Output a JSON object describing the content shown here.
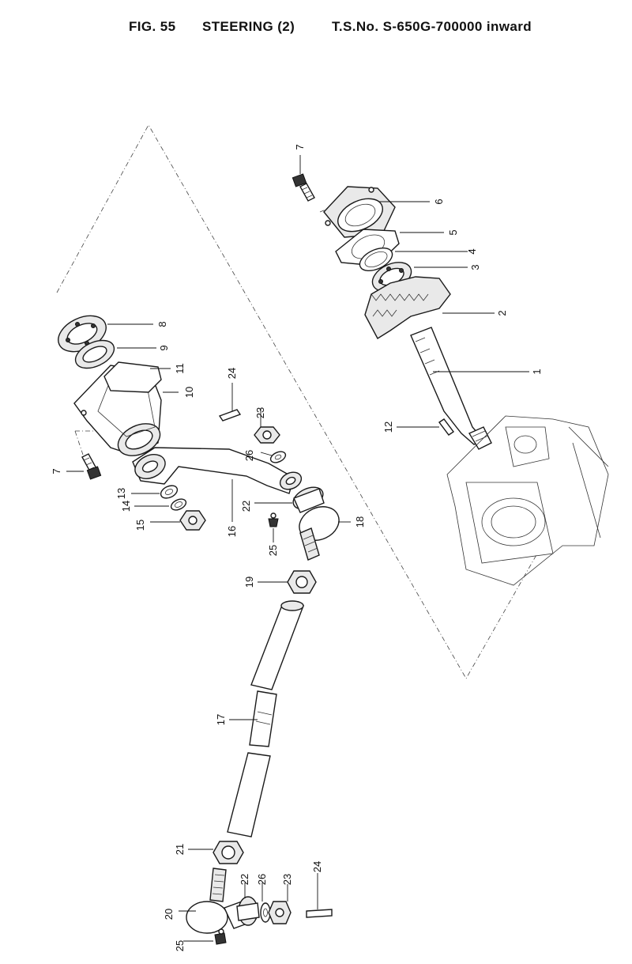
{
  "header": {
    "fig_number": "FIG. 55",
    "title": "STEERING (2)",
    "serial_range": "T.S.No. S-650G-700000 inward"
  },
  "callouts": [
    {
      "id": "c1",
      "text": "1"
    },
    {
      "id": "c2",
      "text": "2"
    },
    {
      "id": "c3",
      "text": "3"
    },
    {
      "id": "c4",
      "text": "4"
    },
    {
      "id": "c5",
      "text": "5"
    },
    {
      "id": "c6",
      "text": "6"
    },
    {
      "id": "c7a",
      "text": "7"
    },
    {
      "id": "c7b",
      "text": "7"
    },
    {
      "id": "c8",
      "text": "8"
    },
    {
      "id": "c9",
      "text": "9"
    },
    {
      "id": "c10",
      "text": "10"
    },
    {
      "id": "c11",
      "text": "11"
    },
    {
      "id": "c12",
      "text": "12"
    },
    {
      "id": "c13",
      "text": "13"
    },
    {
      "id": "c14",
      "text": "14"
    },
    {
      "id": "c15",
      "text": "15"
    },
    {
      "id": "c16",
      "text": "16"
    },
    {
      "id": "c17",
      "text": "17"
    },
    {
      "id": "c18",
      "text": "18"
    },
    {
      "id": "c19",
      "text": "19"
    },
    {
      "id": "c20",
      "text": "20"
    },
    {
      "id": "c21",
      "text": "21"
    },
    {
      "id": "c22a",
      "text": "22"
    },
    {
      "id": "c22b",
      "text": "22"
    },
    {
      "id": "c23a",
      "text": "23"
    },
    {
      "id": "c23b",
      "text": "23"
    },
    {
      "id": "c24a",
      "text": "24"
    },
    {
      "id": "c24b",
      "text": "24"
    },
    {
      "id": "c25a",
      "text": "25"
    },
    {
      "id": "c25b",
      "text": "25"
    },
    {
      "id": "c26a",
      "text": "26"
    },
    {
      "id": "c26b",
      "text": "26"
    }
  ]
}
